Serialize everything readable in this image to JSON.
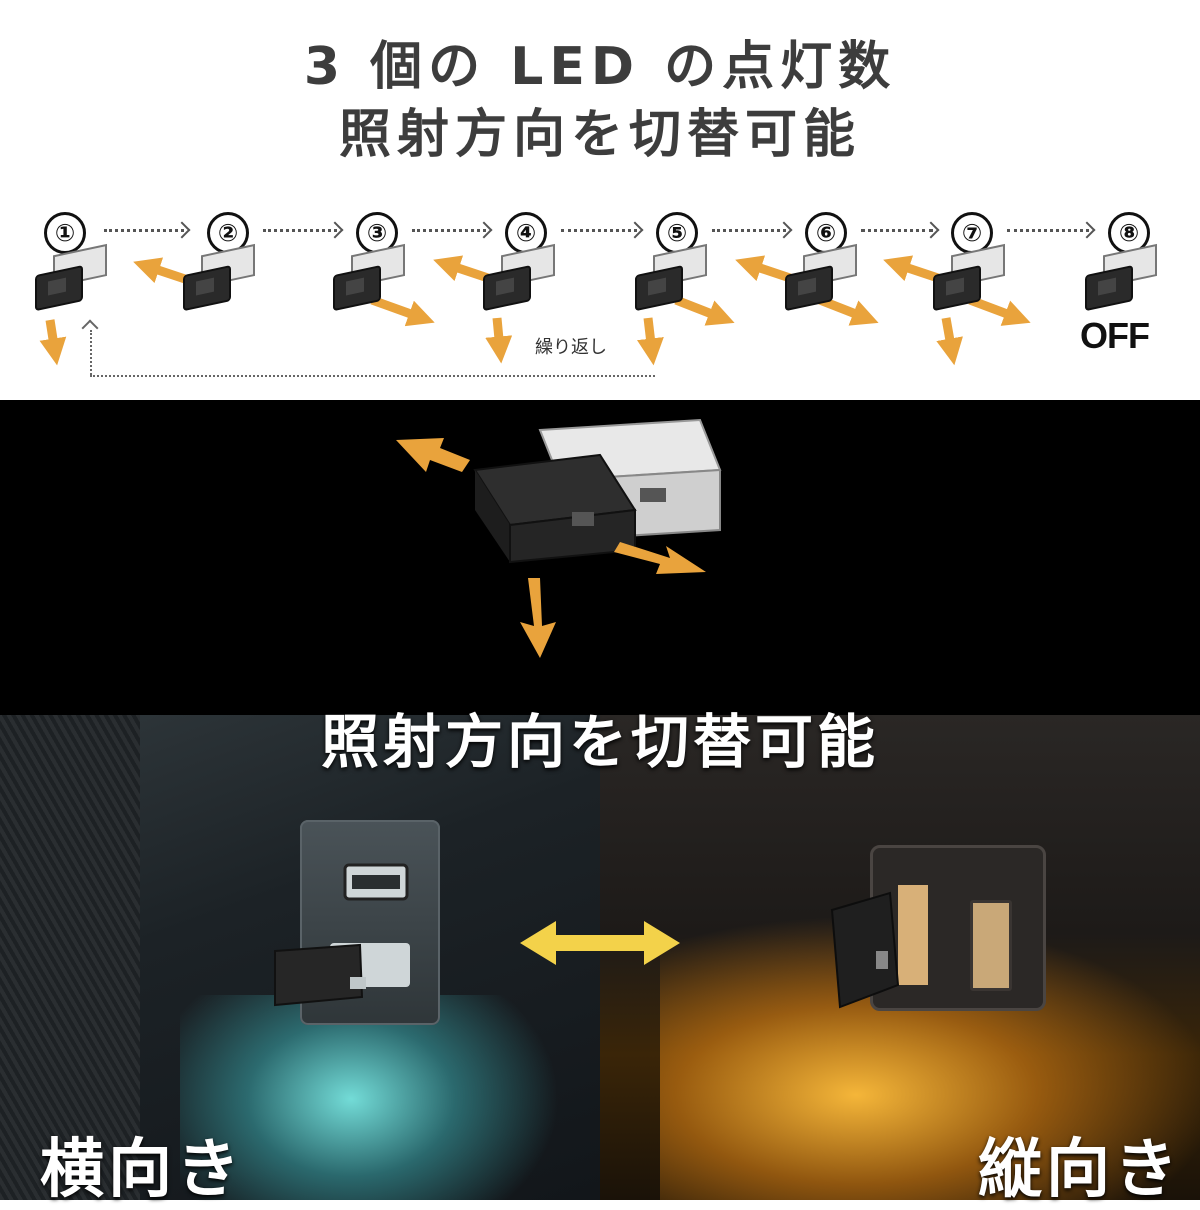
{
  "header": {
    "line1": "3 個の LED の点灯数",
    "line2": "照射方向を切替可能"
  },
  "steps": [
    "①",
    "②",
    "③",
    "④",
    "⑤",
    "⑥",
    "⑦",
    "⑧"
  ],
  "off_label": "OFF",
  "repeat_label": "繰り返し",
  "captions": {
    "middle": "照射方向を切替可能",
    "left": "横向き",
    "right": "縦向き"
  },
  "colors": {
    "arrow_orange": "#e9a33c",
    "cyan_glow": "#78e6e1",
    "amber_glow": "#ffbe3c",
    "swap_arrow": "#f3d24a"
  },
  "icons": {
    "direction_arrow": "orange-arrow-icon",
    "swap": "double-arrow-icon",
    "usb_light": "usb-led-icon"
  }
}
